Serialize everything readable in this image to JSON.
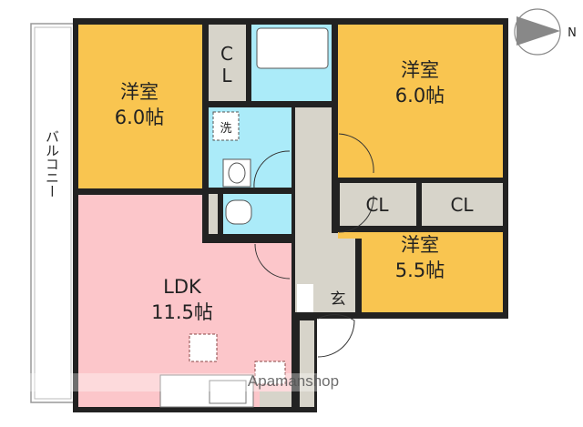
{
  "colors": {
    "room": "#F9C550",
    "ldk": "#FCC6CA",
    "wet": "#ABEBF9",
    "storage": "#D7D4CA",
    "wall": "#222222"
  },
  "compass": {
    "label": "N"
  },
  "balcony": {
    "label": "バルコニー"
  },
  "rooms": {
    "western_left": {
      "name": "洋室",
      "size": "6.0帖"
    },
    "western_top_right": {
      "name": "洋室",
      "size": "6.0帖"
    },
    "western_bottom_right": {
      "name": "洋室",
      "size": "5.5帖"
    },
    "ldk": {
      "name": "LDK",
      "size": "11.5帖"
    },
    "closet_left": {
      "line1": "C",
      "line2": "L"
    },
    "closet_mid": {
      "label": "CL"
    },
    "closet_right": {
      "label": "CL"
    },
    "washer": {
      "label": "洗"
    },
    "entrance": {
      "label": "玄"
    }
  },
  "watermark": {
    "text": "Apamanshop"
  }
}
